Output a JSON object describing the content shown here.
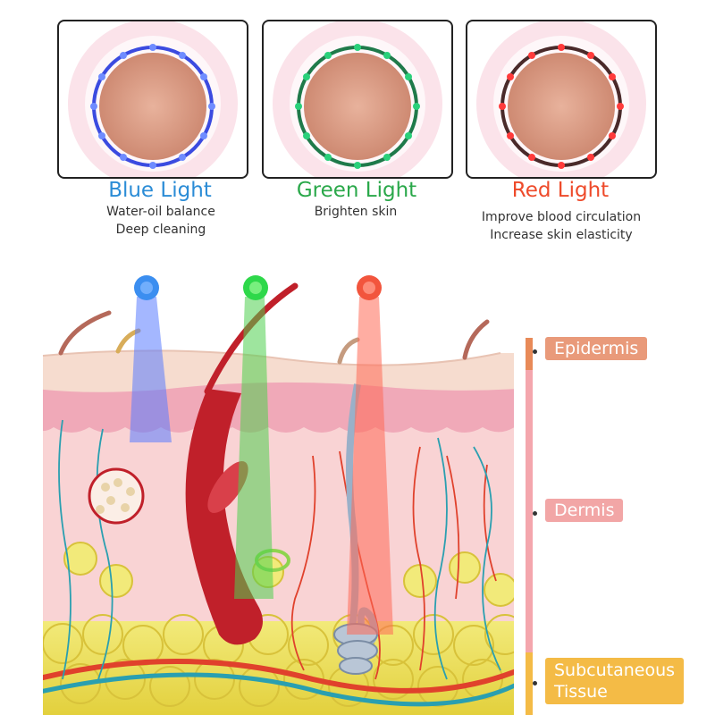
{
  "lights": [
    {
      "title": "Blue Light",
      "color": "#2b8cd6",
      "led": "#4d6bff",
      "lines": [
        "Water-oil balance",
        "Deep cleaning"
      ]
    },
    {
      "title": "Green Light",
      "color": "#2aa84a",
      "led": "#2ad07a",
      "lines": [
        "Brighten skin"
      ]
    },
    {
      "title": "Red Light",
      "color": "#ee4a2a",
      "led": "#ff3b3b",
      "lines": [
        "Improve blood circulation",
        "Increase skin elasticity"
      ]
    }
  ],
  "layers": [
    {
      "label": "Epidermis",
      "color": "#e99a7a"
    },
    {
      "label": "Dermis",
      "color": "#f2a6a6"
    },
    {
      "label": "Subcutaneous\nTissue",
      "color": "#f4bb46"
    }
  ],
  "colors": {
    "skin_top": "#f6dccf",
    "skin_pink": "#f0a9b8",
    "dermis": "#f9d3d4",
    "fat": "#ecdf6c",
    "hair": "#c0202a",
    "copper": "#d9957c"
  }
}
